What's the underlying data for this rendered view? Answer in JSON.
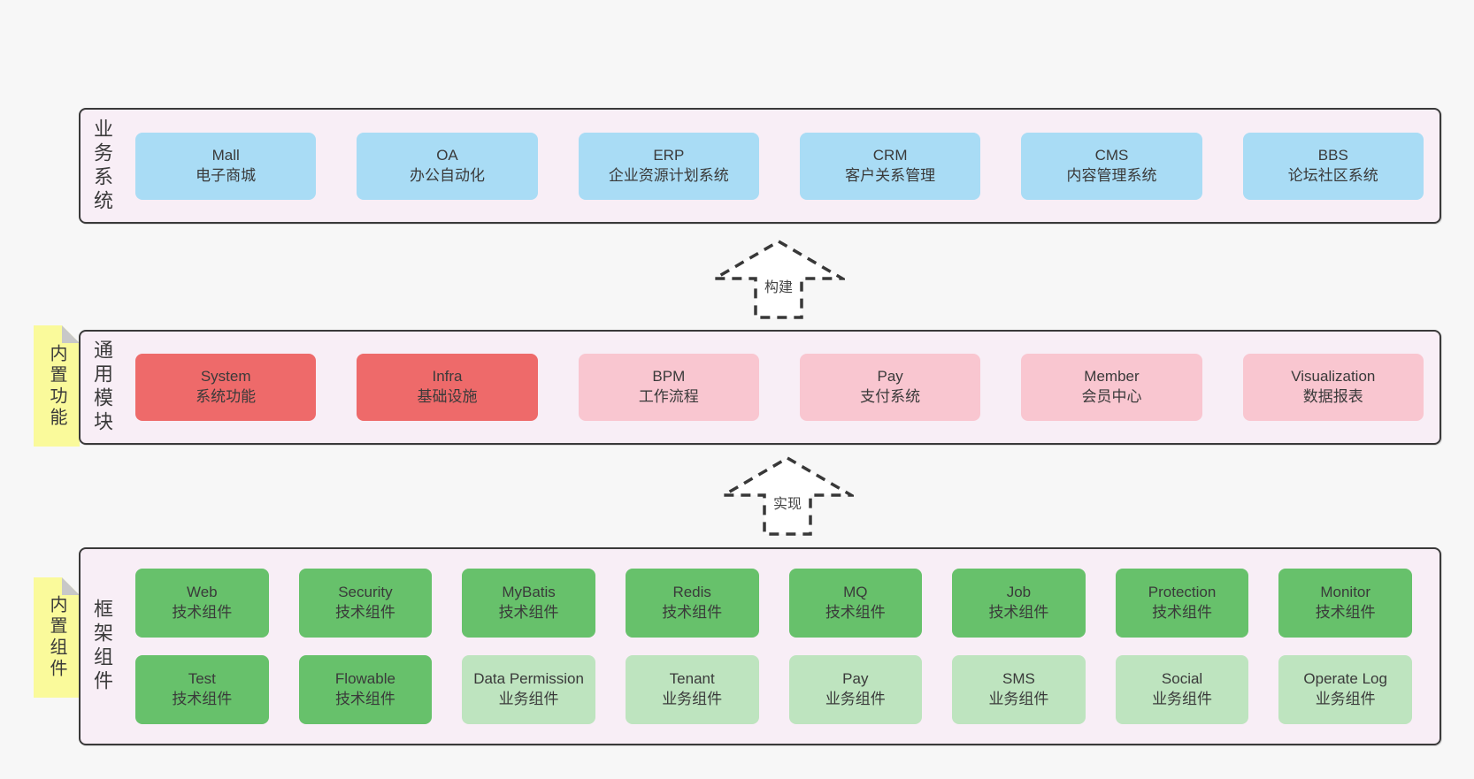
{
  "colors": {
    "page_bg": "#f7f7f7",
    "layer_bg": "#f8eef6",
    "layer_border": "#3a3a3a",
    "box_blue": "#a9dcf5",
    "box_red": "#ee6a6a",
    "box_pink": "#f9c6d0",
    "box_green_dark": "#67c16b",
    "box_green_light": "#bee4bf",
    "sticky_yellow": "#fafa9b",
    "sticky_fold": "#c8c8c8",
    "text": "#3a3a3a"
  },
  "arrows": {
    "build": {
      "label": "构建"
    },
    "implement": {
      "label": "实现"
    }
  },
  "layers": {
    "business": {
      "side_label": "业务系统",
      "boxes": [
        {
          "id": "mall",
          "name": "Mall",
          "desc": "电子商城",
          "variant": "blue"
        },
        {
          "id": "oa",
          "name": "OA",
          "desc": "办公自动化",
          "variant": "blue"
        },
        {
          "id": "erp",
          "name": "ERP",
          "desc": "企业资源计划系统",
          "variant": "blue"
        },
        {
          "id": "crm",
          "name": "CRM",
          "desc": "客户关系管理",
          "variant": "blue"
        },
        {
          "id": "cms",
          "name": "CMS",
          "desc": "内容管理系统",
          "variant": "blue"
        },
        {
          "id": "bbs",
          "name": "BBS",
          "desc": "论坛社区系统",
          "variant": "blue"
        }
      ]
    },
    "modules": {
      "side_label": "通用模块",
      "sticky_note": "内置功能",
      "boxes": [
        {
          "id": "system",
          "name": "System",
          "desc": "系统功能",
          "variant": "red"
        },
        {
          "id": "infra",
          "name": "Infra",
          "desc": "基础设施",
          "variant": "red"
        },
        {
          "id": "bpm",
          "name": "BPM",
          "desc": "工作流程",
          "variant": "pink"
        },
        {
          "id": "pay",
          "name": "Pay",
          "desc": "支付系统",
          "variant": "pink"
        },
        {
          "id": "member",
          "name": "Member",
          "desc": "会员中心",
          "variant": "pink"
        },
        {
          "id": "visualization",
          "name": "Visualization",
          "desc": "数据报表",
          "variant": "pink"
        }
      ]
    },
    "components": {
      "side_label": "框架组件",
      "sticky_note": "内置组件",
      "boxes_row1": [
        {
          "id": "web",
          "name": "Web",
          "desc": "技术组件",
          "variant": "green_dark"
        },
        {
          "id": "security",
          "name": "Security",
          "desc": "技术组件",
          "variant": "green_dark"
        },
        {
          "id": "mybatis",
          "name": "MyBatis",
          "desc": "技术组件",
          "variant": "green_dark"
        },
        {
          "id": "redis",
          "name": "Redis",
          "desc": "技术组件",
          "variant": "green_dark"
        },
        {
          "id": "mq",
          "name": "MQ",
          "desc": "技术组件",
          "variant": "green_dark"
        },
        {
          "id": "job",
          "name": "Job",
          "desc": "技术组件",
          "variant": "green_dark"
        },
        {
          "id": "protection",
          "name": "Protection",
          "desc": "技术组件",
          "variant": "green_dark"
        },
        {
          "id": "monitor",
          "name": "Monitor",
          "desc": "技术组件",
          "variant": "green_dark"
        }
      ],
      "boxes_row2": [
        {
          "id": "test",
          "name": "Test",
          "desc": "技术组件",
          "variant": "green_dark"
        },
        {
          "id": "flowable",
          "name": "Flowable",
          "desc": "技术组件",
          "variant": "green_dark"
        },
        {
          "id": "data-permission",
          "name": "Data Permission",
          "desc": "业务组件",
          "variant": "green_light"
        },
        {
          "id": "tenant",
          "name": "Tenant",
          "desc": "业务组件",
          "variant": "green_light"
        },
        {
          "id": "pay-biz",
          "name": "Pay",
          "desc": "业务组件",
          "variant": "green_light"
        },
        {
          "id": "sms",
          "name": "SMS",
          "desc": "业务组件",
          "variant": "green_light"
        },
        {
          "id": "social",
          "name": "Social",
          "desc": "业务组件",
          "variant": "green_light"
        },
        {
          "id": "operate-log",
          "name": "Operate Log",
          "desc": "业务组件",
          "variant": "green_light"
        }
      ]
    }
  }
}
